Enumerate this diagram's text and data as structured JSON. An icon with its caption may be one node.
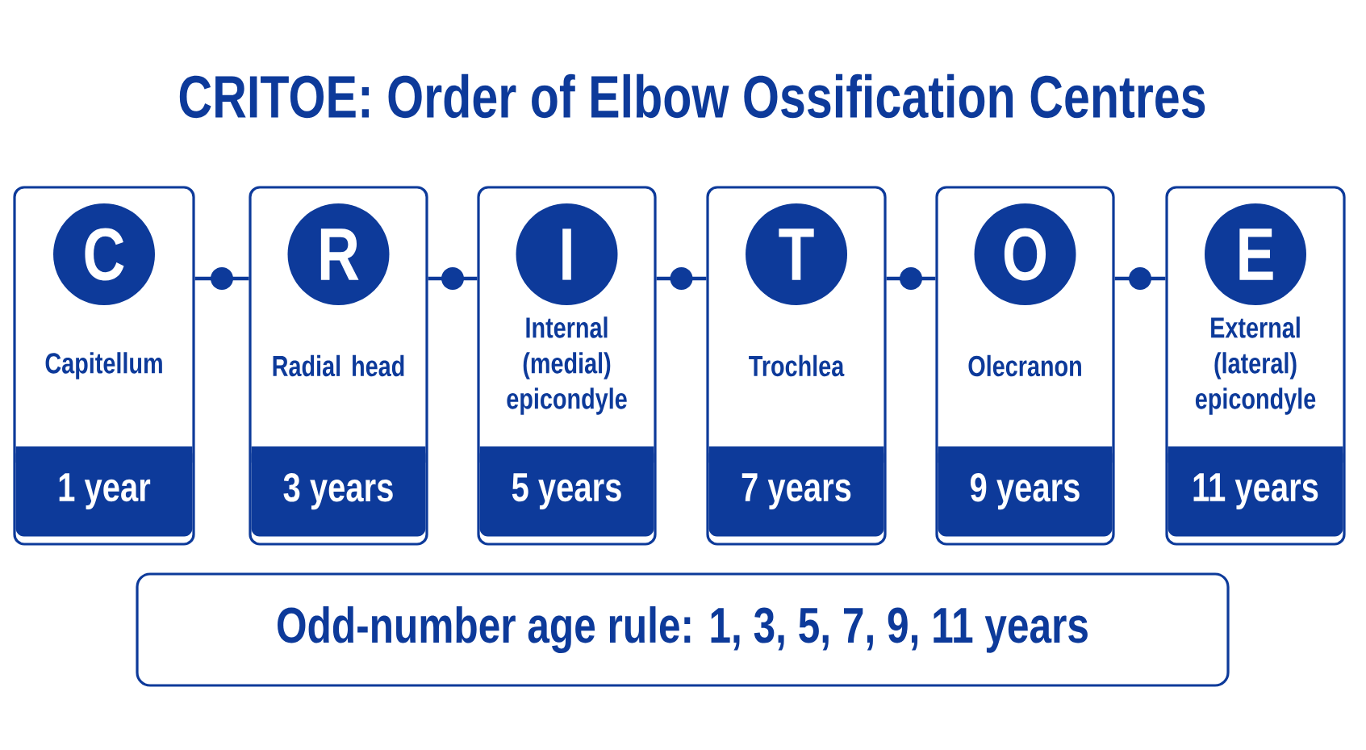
{
  "diagram": {
    "title": "CRITOE: Order of Elbow Ossification Centres",
    "nodes": [
      {
        "text": [
          "Capitellum"
        ]
      },
      {
        "text": [
          "C"
        ],
        "in": 0
      },
      {
        "text": [
          "1 year"
        ],
        "in": 0
      },
      {
        "text": [
          "Radial head"
        ]
      },
      {
        "text": [
          "R"
        ],
        "in": 3
      },
      {
        "text": [
          "3 years"
        ],
        "in": 3
      },
      {
        "text": [
          "Internal (medial) epicondyle"
        ]
      },
      {
        "text": [
          "I"
        ],
        "in": 6
      },
      {
        "text": [
          "5 years"
        ],
        "in": 6
      },
      {
        "text": [
          "Trochlea"
        ]
      },
      {
        "text": [
          "T"
        ],
        "in": 9
      },
      {
        "text": [
          "7 years"
        ],
        "in": 9
      },
      {
        "text": [
          "Olecranon"
        ]
      },
      {
        "text": [
          "O"
        ],
        "in": 12
      },
      {
        "text": [
          "9 years"
        ],
        "in": 12
      },
      {
        "text": [
          "External (lateral) epicondyle"
        ]
      },
      {
        "text": [
          "E"
        ],
        "in": 15
      },
      {
        "text": [
          "11 years"
        ],
        "in": 15
      },
      {
        "text": [
          "Odd-number age rule: 1, 3, 5, 7, 9, 11 years"
        ]
      }
    ],
    "edges": [
      {
        "from": 0,
        "to": 3,
        "arrow": "none"
      },
      {
        "from": 3,
        "to": 6,
        "arrow": "none"
      },
      {
        "from": 6,
        "to": 9,
        "arrow": "none"
      },
      {
        "from": 9,
        "to": 12,
        "arrow": "none"
      },
      {
        "from": 12,
        "to": 15,
        "arrow": "none"
      }
    ]
  }
}
